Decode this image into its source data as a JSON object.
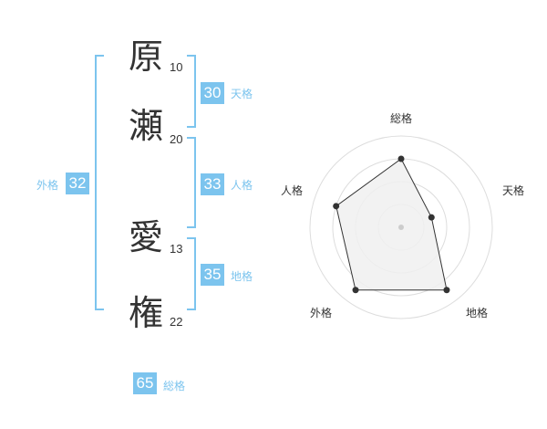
{
  "name": {
    "chars": [
      {
        "kanji": "原",
        "strokes": "10"
      },
      {
        "kanji": "瀬",
        "strokes": "20"
      },
      {
        "kanji": "愛",
        "strokes": "13"
      },
      {
        "kanji": "権",
        "strokes": "22"
      }
    ]
  },
  "kakusu": {
    "tenkaku": {
      "value": "30",
      "label": "天格"
    },
    "jinkaku": {
      "value": "33",
      "label": "人格"
    },
    "chikaku": {
      "value": "35",
      "label": "地格"
    },
    "gaikaku": {
      "value": "32",
      "label": "外格"
    },
    "soukaku": {
      "value": "65",
      "label": "総格"
    }
  },
  "radar": {
    "axes": [
      "総格",
      "天格",
      "地格",
      "外格",
      "人格"
    ],
    "values": [
      0.75,
      0.35,
      0.85,
      0.85,
      0.75
    ],
    "rings": 4,
    "fill_color": "#f0f0f0",
    "ring_color": "#dddddd",
    "line_color": "#333333",
    "accent_color": "#7cc4ee"
  }
}
